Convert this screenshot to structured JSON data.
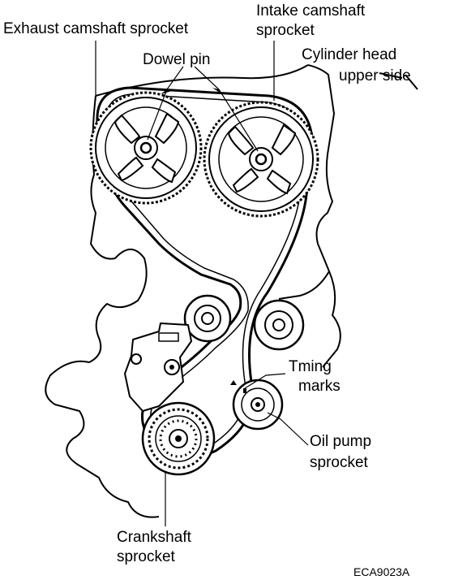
{
  "labels": {
    "exhaust_camshaft_sprocket": "Exhaust camshaft sprocket",
    "intake_camshaft_sprocket": [
      "Intake camshaft",
      "sprocket"
    ],
    "dowel_pin": "Dowel pin",
    "cylinder_head_upper_side": [
      "Cylinder  head",
      "upper side"
    ],
    "timing_marks": [
      "Tming",
      "marks"
    ],
    "oil_pump_sprocket": [
      "Oil pump",
      "sprocket"
    ],
    "crankshaft_sprocket": [
      "Crankshaft",
      "sprocket"
    ]
  },
  "figure_code": "ECA9023A"
}
